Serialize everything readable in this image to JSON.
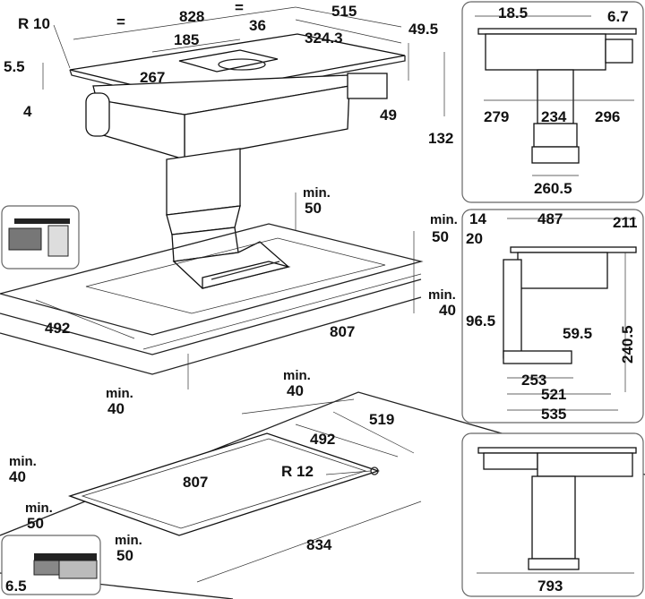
{
  "top_view": {
    "r_corner": "R 10",
    "width_total": "828",
    "eq_left": "=",
    "eq_right": "=",
    "depth_total": "515",
    "offset_36": "36",
    "vent_width": "185",
    "offset_3243": "324.3",
    "vent_depth": "267",
    "thickness_55": "5.5",
    "thickness_4": "4",
    "height_495": "49.5",
    "height_49": "49",
    "height_132": "132"
  },
  "cutout_view": {
    "min_front": "min.",
    "min_front_val": "50",
    "min_right": "min.",
    "min_right_val": "50",
    "min_back": "min.",
    "min_back_val": "40",
    "min_left": "min.",
    "min_left_val": "40",
    "cut_depth": "492",
    "cut_width": "807"
  },
  "flush_view": {
    "min_top": "min.",
    "min_top_val": "40",
    "min_left": "min.",
    "min_left_val": "40",
    "min_left2": "min.",
    "min_left2_val": "50",
    "min_bottom": "min.",
    "min_bottom_val": "50",
    "outer_depth": "519",
    "inner_depth": "492",
    "inner_width": "807",
    "outer_width": "834",
    "r_corner": "R 12",
    "thickness": "6.5"
  },
  "side_panel_1": {
    "d_185": "18.5",
    "d_67": "6.7",
    "d_279": "279",
    "d_234": "234",
    "d_296": "296",
    "d_2605": "260.5"
  },
  "side_panel_2": {
    "d_14": "14",
    "d_487": "487",
    "d_211": "211",
    "d_20": "20",
    "d_965": "96.5",
    "d_595": "59.5",
    "d_2405": "240.5",
    "d_253": "253",
    "d_521": "521",
    "d_535": "535"
  },
  "side_panel_3": {
    "d_793": "793"
  }
}
